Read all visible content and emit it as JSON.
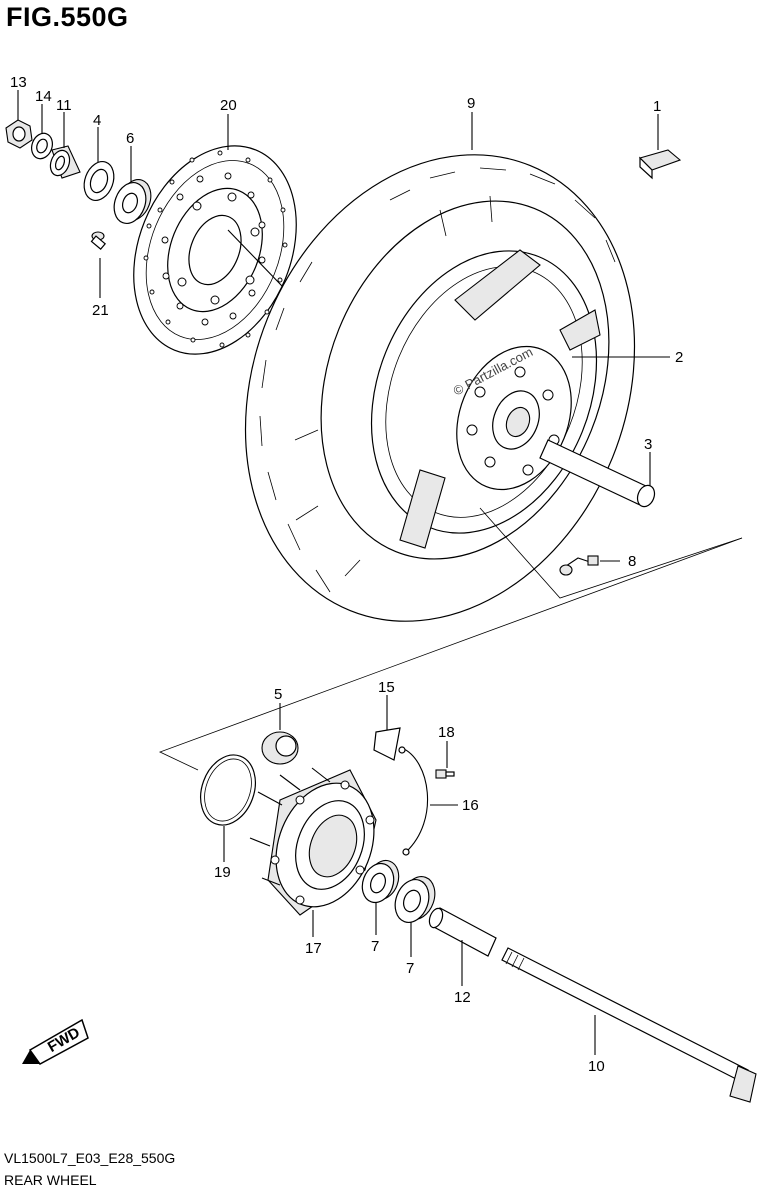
{
  "figure": {
    "title": "FIG.550G",
    "code": "VL1500L7_E03_E28_550G",
    "subtitle": "REAR WHEEL",
    "watermark": "© Partzilla.com"
  },
  "callouts": [
    {
      "id": "13",
      "label": "13"
    },
    {
      "id": "14",
      "label": "14"
    },
    {
      "id": "11",
      "label": "11"
    },
    {
      "id": "4",
      "label": "4"
    },
    {
      "id": "6",
      "label": "6"
    },
    {
      "id": "20",
      "label": "20"
    },
    {
      "id": "9",
      "label": "9"
    },
    {
      "id": "1",
      "label": "1"
    },
    {
      "id": "21",
      "label": "21"
    },
    {
      "id": "2",
      "label": "2"
    },
    {
      "id": "3",
      "label": "3"
    },
    {
      "id": "8",
      "label": "8"
    },
    {
      "id": "5",
      "label": "5"
    },
    {
      "id": "15",
      "label": "15"
    },
    {
      "id": "18",
      "label": "18"
    },
    {
      "id": "16",
      "label": "16"
    },
    {
      "id": "19",
      "label": "19"
    },
    {
      "id": "17",
      "label": "17"
    },
    {
      "id": "7a",
      "label": "7"
    },
    {
      "id": "7b",
      "label": "7"
    },
    {
      "id": "12",
      "label": "12"
    },
    {
      "id": "10",
      "label": "10"
    }
  ],
  "fwd_label": "FWD"
}
